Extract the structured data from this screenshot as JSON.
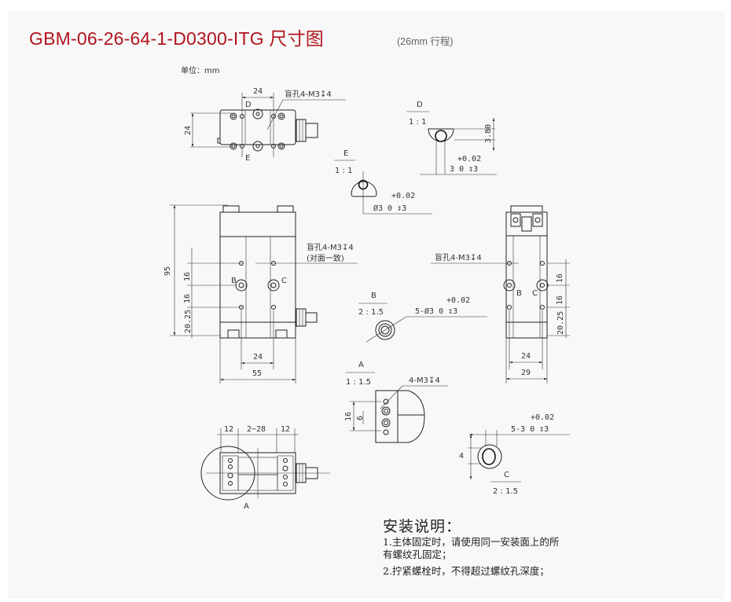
{
  "header": {
    "title": "GBM-06-26-64-1-D0300-ITG 尺寸图",
    "subtitle": "(26mm 行程)",
    "title_color": "#b0141e"
  },
  "drawing": {
    "unit_label": "单位：mm",
    "top_view": {
      "dim_width": "24",
      "dim_height": "24",
      "hole_note": "盲孔4-M3↧4",
      "label_d": "D",
      "label_e": "E"
    },
    "detail_d": {
      "label": "D",
      "scale": "1 : 1",
      "dim_height": "3.80",
      "tol": "+0.02",
      "spec": "3  0   ↧3"
    },
    "detail_e": {
      "label": "E",
      "scale": "1 : 1",
      "tol": "+0.02",
      "spec": "Ø3  0   ↧3"
    },
    "front_view": {
      "dim_total_height": "95",
      "dim_a": "16",
      "dim_b": "16",
      "dim_c": "20.25",
      "dim_hole_spacing": "24",
      "dim_width": "55",
      "hole_note_1": "盲孔4-M3↧4",
      "hole_note_2": "(对面一致)",
      "label_b": "B",
      "label_c": "C"
    },
    "detail_b": {
      "label": "B",
      "scale": "2 : 1.5",
      "tol": "+0.02",
      "spec": "5-Ø3  0   ↧3"
    },
    "side_view": {
      "hole_note": "盲孔4-M3↧4",
      "dim_a": "16",
      "dim_b": "16",
      "dim_c": "20.25",
      "dim_hole_spacing": "24",
      "dim_width": "29",
      "label_b": "B",
      "label_c": "C"
    },
    "detail_a": {
      "label": "A",
      "scale": "1 : 1.5",
      "hole_note": "4-M3↧4",
      "dim_outer": "16",
      "dim_inner": "6"
    },
    "detail_c": {
      "label": "C",
      "scale": "2 : 1.5",
      "tol": "+0.02",
      "spec": "5-3   0    ↧3",
      "dim_height": "4"
    },
    "bottom_view": {
      "dim_left": "12",
      "dim_stroke": "2~28",
      "dim_right": "12",
      "label_a": "A"
    }
  },
  "notes": {
    "heading": "安装说明：",
    "line1": "1.主体固定时，请使用同一安装面上的所",
    "line1b": "有螺纹孔固定；",
    "line2": "2.拧紧螺栓时，不得超过螺纹孔深度；"
  }
}
